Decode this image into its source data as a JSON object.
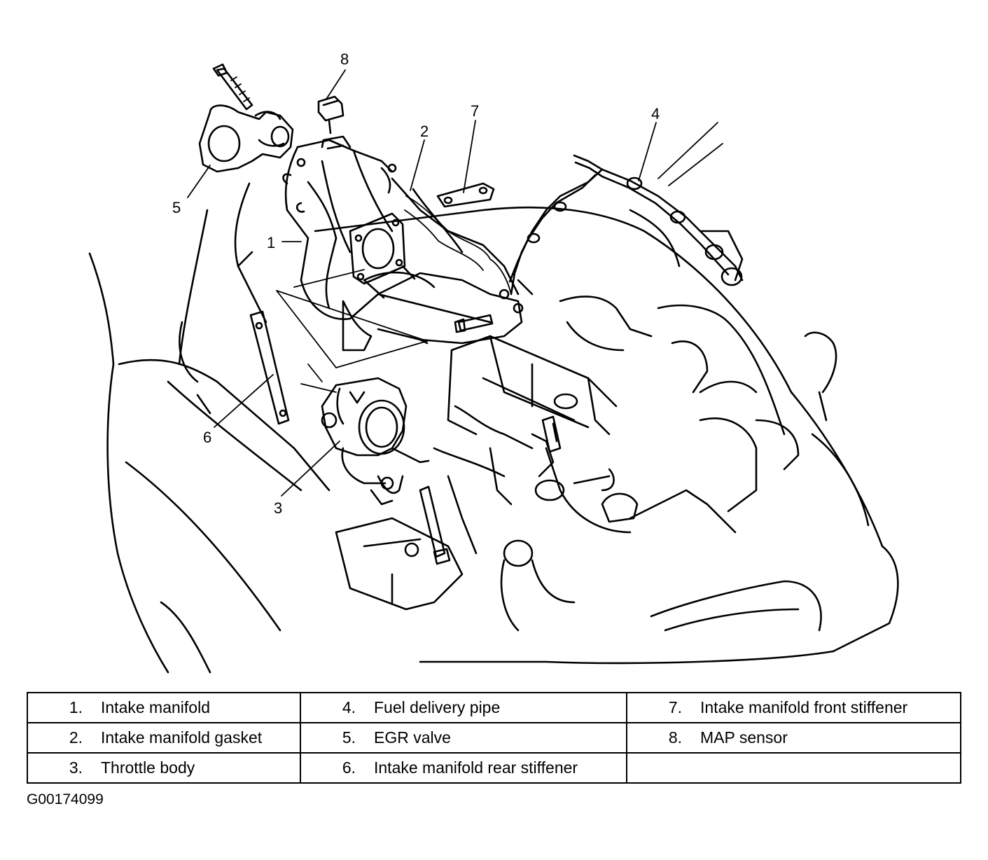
{
  "callouts": [
    "1",
    "2",
    "3",
    "4",
    "5",
    "6",
    "7",
    "8"
  ],
  "legend": [
    [
      {
        "num": "1.",
        "text": "Intake manifold"
      },
      {
        "num": "4.",
        "text": "Fuel delivery pipe"
      },
      {
        "num": "7.",
        "text": "Intake manifold front stiffener"
      }
    ],
    [
      {
        "num": "2.",
        "text": "Intake manifold gasket"
      },
      {
        "num": "5.",
        "text": "EGR valve"
      },
      {
        "num": "8.",
        "text": "MAP sensor"
      }
    ],
    [
      {
        "num": "3.",
        "text": "Throttle body"
      },
      {
        "num": "6.",
        "text": "Intake manifold rear stiffener"
      },
      {
        "num": "",
        "text": ""
      }
    ]
  ],
  "figure_id": "G00174099"
}
